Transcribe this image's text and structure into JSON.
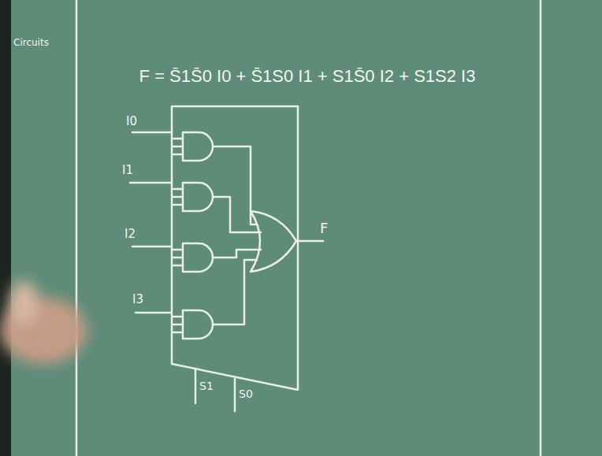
{
  "diagram": {
    "labels": [
      "F = S̄1S̄0 I0 + S̄1S0 I1 + S1S̄0 I2 + S1S2 I3",
      "Circuits",
      "I0",
      "I1",
      "I2",
      "I3",
      "F",
      "S1",
      "S0"
    ]
  }
}
